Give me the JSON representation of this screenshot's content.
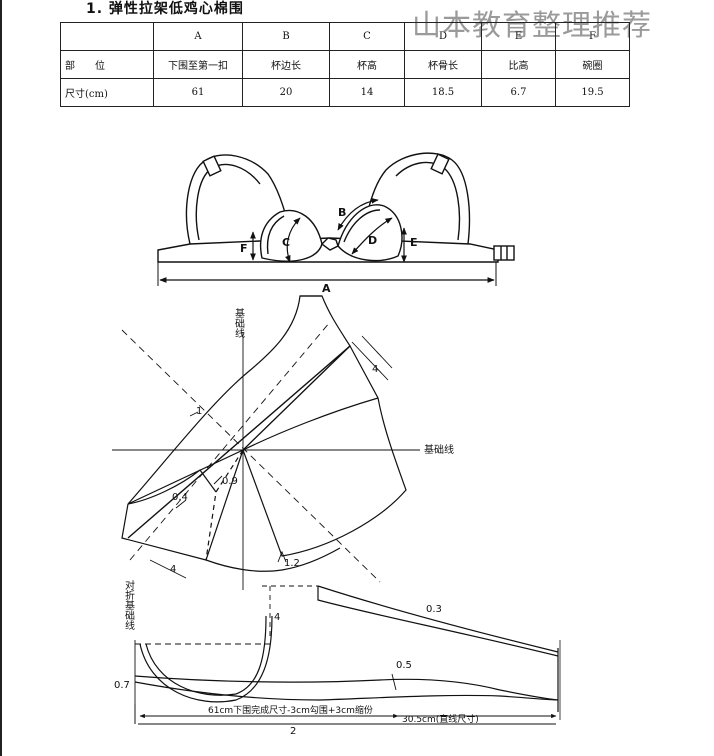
{
  "title": "1. 弹性拉架低鸡心棉围",
  "watermark": "山本教育整理推荐",
  "spec_table": {
    "columns": [
      {
        "letter": "A",
        "part": "下围至第一扣",
        "size": "61"
      },
      {
        "letter": "B",
        "part": "杯边长",
        "size": "20"
      },
      {
        "letter": "C",
        "part": "杯高",
        "size": "14"
      },
      {
        "letter": "D",
        "part": "杯骨长",
        "size": "18.5"
      },
      {
        "letter": "E",
        "part": "比高",
        "size": "6.7"
      },
      {
        "letter": "F",
        "part": "碗圈",
        "size": "19.5"
      }
    ],
    "row_part_label": "部　　位",
    "row_size_label": "尺寸(cm)"
  },
  "bra_labels": {
    "A": "A",
    "B": "B",
    "C": "C",
    "D": "D",
    "E": "E",
    "F": "F"
  },
  "pattern_labels": {
    "base_line_vertical": "基础线",
    "base_line_horizontal": "基础线",
    "m4_top": "4",
    "m1": "1",
    "m04": "0.4",
    "m09": "0.9",
    "m4_bottom": "4",
    "m12": "1.2"
  },
  "wing_labels": {
    "fold_base_line": "对折基础线",
    "m4": "4",
    "m03": "0.3",
    "m05": "0.5",
    "m07": "0.7",
    "bottom_dim": "61cm下围完成尺寸-3cm勾围+3cm缩份",
    "right_dim": "30.5cm(直线尺寸)",
    "half_mark": "2"
  }
}
